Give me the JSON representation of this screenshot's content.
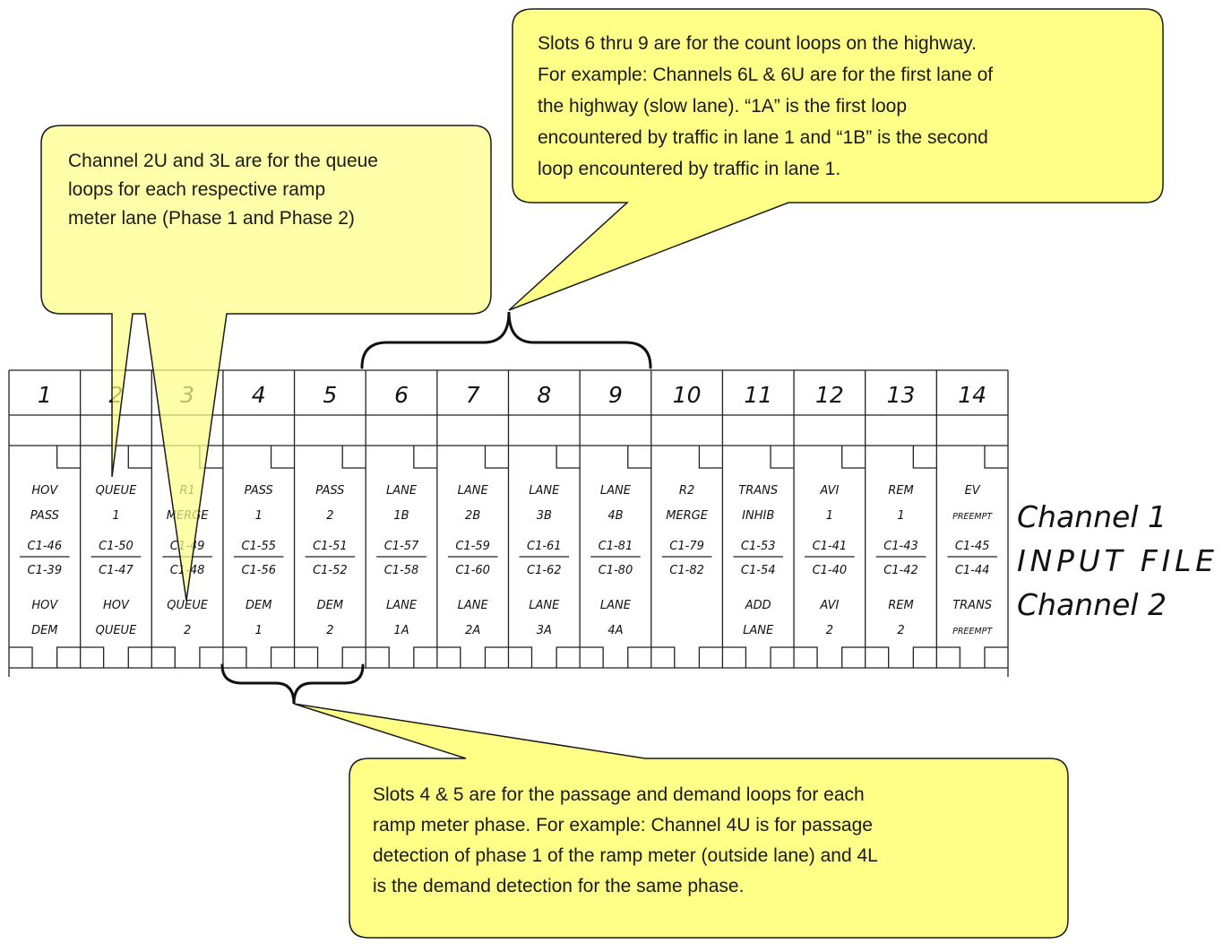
{
  "slots": [
    {
      "num": "1",
      "upper": [
        "HOV",
        "PASS"
      ],
      "pin_top": "C1-46",
      "pin_bot": "C1-39",
      "lower": [
        "HOV",
        "DEM"
      ]
    },
    {
      "num": "2",
      "upper": [
        "QUEUE",
        "1"
      ],
      "pin_top": "C1-50",
      "pin_bot": "C1-47",
      "lower": [
        "HOV",
        "QUEUE"
      ]
    },
    {
      "num": "3",
      "upper": [
        "R1",
        "MERGE"
      ],
      "pin_top": "C1-49",
      "pin_bot": "C1-48",
      "lower": [
        "QUEUE",
        "2"
      ]
    },
    {
      "num": "4",
      "upper": [
        "PASS",
        "1"
      ],
      "pin_top": "C1-55",
      "pin_bot": "C1-56",
      "lower": [
        "DEM",
        "1"
      ]
    },
    {
      "num": "5",
      "upper": [
        "PASS",
        "2"
      ],
      "pin_top": "C1-51",
      "pin_bot": "C1-52",
      "lower": [
        "DEM",
        "2"
      ]
    },
    {
      "num": "6",
      "upper": [
        "LANE",
        "1B"
      ],
      "pin_top": "C1-57",
      "pin_bot": "C1-58",
      "lower": [
        "LANE",
        "1A"
      ]
    },
    {
      "num": "7",
      "upper": [
        "LANE",
        "2B"
      ],
      "pin_top": "C1-59",
      "pin_bot": "C1-60",
      "lower": [
        "LANE",
        "2A"
      ]
    },
    {
      "num": "8",
      "upper": [
        "LANE",
        "3B"
      ],
      "pin_top": "C1-61",
      "pin_bot": "C1-62",
      "lower": [
        "LANE",
        "3A"
      ]
    },
    {
      "num": "9",
      "upper": [
        "LANE",
        "4B"
      ],
      "pin_top": "C1-81",
      "pin_bot": "C1-80",
      "lower": [
        "LANE",
        "4A"
      ]
    },
    {
      "num": "10",
      "upper": [
        "R2",
        "MERGE"
      ],
      "pin_top": "C1-79",
      "pin_bot": "C1-82",
      "lower": [
        "",
        ""
      ]
    },
    {
      "num": "11",
      "upper": [
        "TRANS",
        "INHIB"
      ],
      "pin_top": "C1-53",
      "pin_bot": "C1-54",
      "lower": [
        "ADD",
        "LANE"
      ]
    },
    {
      "num": "12",
      "upper": [
        "AVI",
        "1"
      ],
      "pin_top": "C1-41",
      "pin_bot": "C1-40",
      "lower": [
        "AVI",
        "2"
      ]
    },
    {
      "num": "13",
      "upper": [
        "REM",
        "1"
      ],
      "pin_top": "C1-43",
      "pin_bot": "C1-42",
      "lower": [
        "REM",
        "2"
      ]
    },
    {
      "num": "14",
      "upper": [
        "EV",
        "PREEMPT"
      ],
      "pin_top": "C1-45",
      "pin_bot": "C1-44",
      "lower": [
        "TRANS",
        "PREEMPT"
      ]
    }
  ],
  "side_labels": {
    "channel1": "Channel 1",
    "input_file": "INPUT FILE",
    "channel2": "Channel 2"
  },
  "callouts": {
    "queue": [
      "Channel 2U and 3L are for the queue",
      "loops for each respective ramp",
      "meter lane (Phase 1 and Phase 2)"
    ],
    "highway": [
      "Slots 6 thru 9 are for the count loops on the highway.",
      "For example: Channels 6L & 6U are for the first lane of",
      "the highway (slow lane).  “1A” is the first loop",
      "encountered by traffic in lane 1 and “1B” is the second",
      "loop encountered by traffic in lane 1."
    ],
    "ramp": [
      "Slots 4 & 5 are for the passage and demand loops for each",
      "ramp meter phase.  For example:  Channel  4U is for passage",
      "detection of phase 1 of the ramp meter (outside lane) and 4L",
      "is the demand detection for the same phase."
    ]
  },
  "colors": {
    "callout_fill": "#FFFF88",
    "callout_stroke": "#1a1a1a",
    "line": "#222222"
  }
}
